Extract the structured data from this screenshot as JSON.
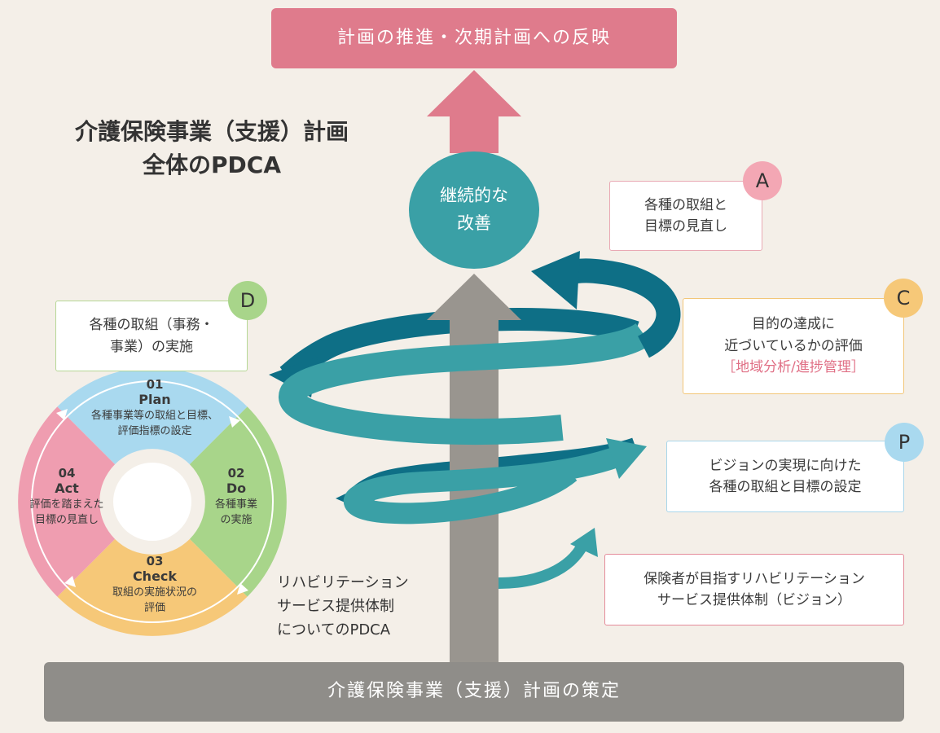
{
  "top_bar": "計画の推進・次期計画への反映",
  "bottom_bar": "介護保険事業（支援）計画の策定",
  "title": [
    "介護保険事業（支援）計画",
    "全体のPDCA"
  ],
  "center_circle": [
    "継続的な",
    "改善"
  ],
  "steps": {
    "a": {
      "badge": "A",
      "lines": [
        "各種の取組と",
        "目標の見直し"
      ]
    },
    "c": {
      "badge": "C",
      "lines": [
        "目的の達成に",
        "近づいているかの評価"
      ],
      "accent": "［地域分析/進捗管理］"
    },
    "p": {
      "badge": "P",
      "lines": [
        "ビジョンの実現に向けた",
        "各種の取組と目標の設定"
      ]
    },
    "d": {
      "badge": "D",
      "lines": [
        "各種の取組（事務・",
        "事業）の実施"
      ]
    }
  },
  "vision_box": [
    "保険者が目指すリハビリテーション",
    "サービス提供体制（ビジョン）"
  ],
  "cycle": {
    "plan": {
      "num": "01",
      "name": "Plan",
      "desc": [
        "各種事業等の取組と目標、",
        "評価指標の設定"
      ]
    },
    "do": {
      "num": "02",
      "name": "Do",
      "desc": [
        "各種事業",
        "の実施"
      ]
    },
    "check": {
      "num": "03",
      "name": "Check",
      "desc": [
        "取組の実施状況の",
        "評価"
      ]
    },
    "act": {
      "num": "04",
      "name": "Act",
      "desc": [
        "評価を踏まえた",
        "目標の見直し"
      ]
    }
  },
  "pdca_caption": [
    "リハビリテーション",
    "サービス提供体制",
    "についてのPDCA"
  ],
  "colors": {
    "background": "#f4efe8",
    "pink": "#df7b8c",
    "gray": "#8f8d89",
    "teal": "#3aa0a6",
    "teal_dark": "#0e6f86",
    "plan": "#a9d9ef",
    "do": "#a8d58a",
    "check": "#f6c878",
    "act": "#ef9db0"
  }
}
